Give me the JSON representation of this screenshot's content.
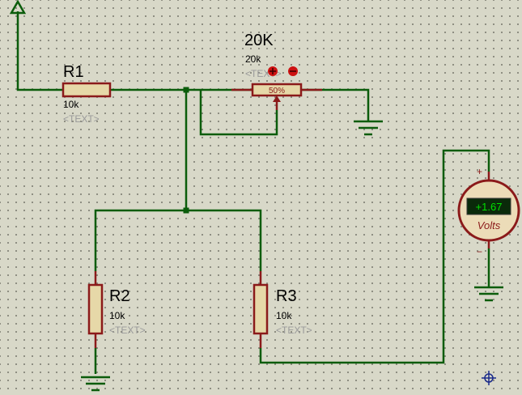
{
  "components": {
    "r1": {
      "ref": "R1",
      "value": "10k",
      "text": "<TEXT>"
    },
    "r2": {
      "ref": "R2",
      "value": "10k",
      "text": "<TEXT>"
    },
    "r3": {
      "ref": "R3",
      "value": "10k",
      "text": "<TEXT>"
    },
    "pot": {
      "ref": "20K",
      "value": "20k",
      "text": "<TEXT>",
      "wiper": "50%"
    },
    "voltmeter": {
      "reading": "+1.67",
      "unit": "Volts",
      "plus": "+",
      "minus": "−"
    }
  },
  "colors": {
    "background": "#d8d8c8",
    "wire": "#0b5c0b",
    "component_outline": "#8b1a1a",
    "component_fill": "#e6d8a8",
    "meter_display": "#00cc00"
  },
  "icons": {
    "power_terminal": "arrow-up-terminal",
    "ground": "ground-symbol",
    "origin_marker": "crosshair"
  }
}
